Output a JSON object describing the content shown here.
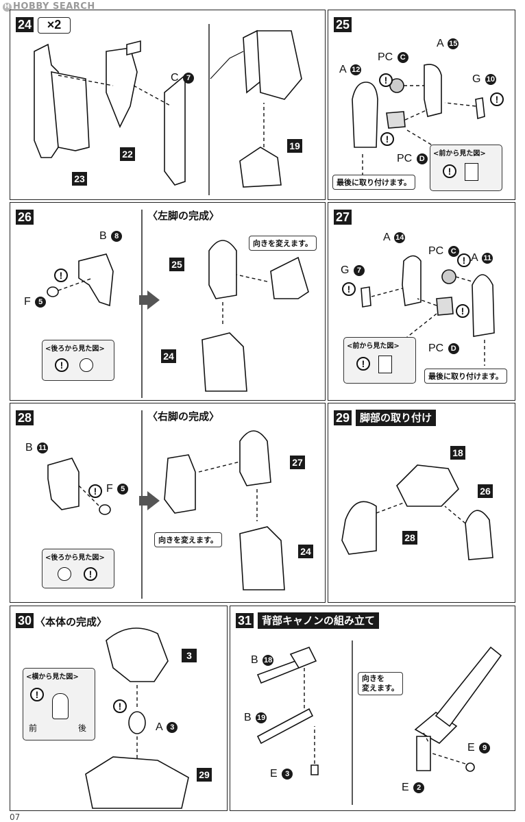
{
  "watermark": "HOBBY SEARCH",
  "page_number": "07",
  "steps": {
    "s24": {
      "num": "24",
      "times": "×2",
      "parts": {
        "c7": {
          "letter": "C",
          "num": "7"
        }
      },
      "tags": [
        "23",
        "22",
        "19"
      ]
    },
    "s25": {
      "num": "25",
      "parts": {
        "a12": {
          "letter": "A",
          "num": "12"
        },
        "pcc": {
          "letter": "PC",
          "num": "C"
        },
        "a15": {
          "letter": "A",
          "num": "15"
        },
        "g10": {
          "letter": "G",
          "num": "10"
        },
        "pcd": {
          "letter": "PC",
          "num": "D"
        }
      },
      "front_view": "<前から見た図>",
      "last_note": "最後に取り付けます。"
    },
    "s26": {
      "num": "26",
      "title": "〈左脚の完成〉",
      "parts": {
        "b8": {
          "letter": "B",
          "num": "8"
        },
        "f5": {
          "letter": "F",
          "num": "5"
        }
      },
      "back_view": "<後ろから見た図>",
      "turn_note": "向きを変えます。",
      "tags": [
        "25",
        "24"
      ]
    },
    "s27": {
      "num": "27",
      "parts": {
        "a14": {
          "letter": "A",
          "num": "14"
        },
        "pcc": {
          "letter": "PC",
          "num": "C"
        },
        "a11": {
          "letter": "A",
          "num": "11"
        },
        "g7": {
          "letter": "G",
          "num": "7"
        },
        "pcd": {
          "letter": "PC",
          "num": "D"
        }
      },
      "front_view": "<前から見た図>",
      "last_note": "最後に取り付けます。"
    },
    "s28": {
      "num": "28",
      "title": "〈右脚の完成〉",
      "parts": {
        "b11": {
          "letter": "B",
          "num": "11"
        },
        "f5": {
          "letter": "F",
          "num": "5"
        }
      },
      "back_view": "<後ろから見た図>",
      "turn_note": "向きを変えます。",
      "tags": [
        "27",
        "24"
      ]
    },
    "s29": {
      "num": "29",
      "title": "脚部の取り付け",
      "tags": [
        "18",
        "26",
        "28"
      ]
    },
    "s30": {
      "num": "30",
      "title": "〈本体の完成〉",
      "side_view": "<横から見た図>",
      "front_label": "前",
      "back_label": "後",
      "parts": {
        "a3": {
          "letter": "A",
          "num": "3"
        }
      },
      "tags": [
        "3",
        "29"
      ]
    },
    "s31": {
      "num": "31",
      "title": "背部キャノンの組み立て",
      "parts": {
        "b18": {
          "letter": "B",
          "num": "18"
        },
        "b19": {
          "letter": "B",
          "num": "19"
        },
        "e3": {
          "letter": "E",
          "num": "3"
        },
        "e9": {
          "letter": "E",
          "num": "9"
        },
        "e2": {
          "letter": "E",
          "num": "2"
        }
      },
      "turn_note_1": "向きを",
      "turn_note_2": "変えます。"
    }
  },
  "warning_symbol": "!"
}
